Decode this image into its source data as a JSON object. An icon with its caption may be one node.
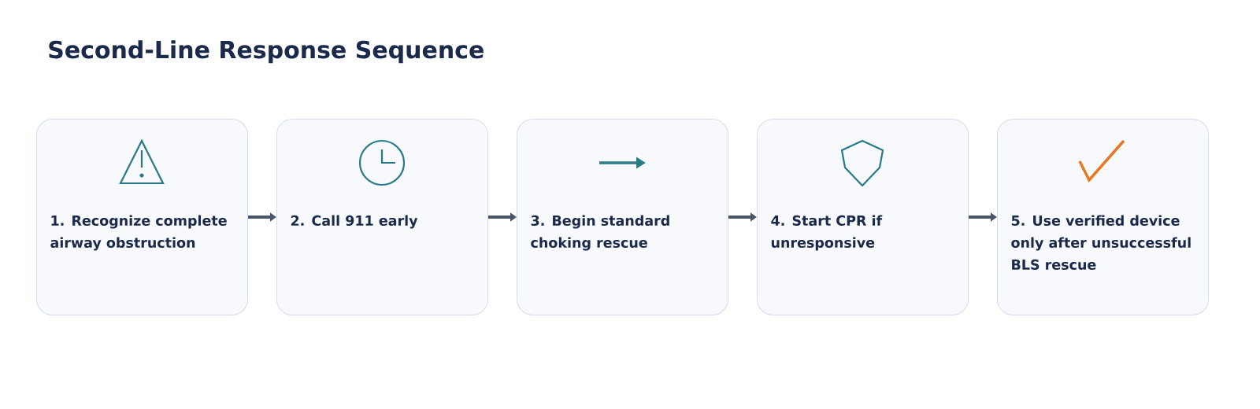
{
  "diagram": {
    "title": "Second-Line Response Sequence",
    "nodes": [
      {
        "text": [
          "1. Recognize complete airway obstruction"
        ]
      },
      {
        "text": [
          "2. Call 911 early"
        ]
      },
      {
        "text": [
          "3. Begin standard choking rescue"
        ]
      },
      {
        "text": [
          "4. Start CPR if unresponsive"
        ]
      },
      {
        "text": [
          "5. Use verified device only after unsuccessful BLS rescue"
        ]
      }
    ],
    "edges": [
      {
        "from": 0,
        "to": 1,
        "arrow": "to"
      },
      {
        "from": 1,
        "to": 2,
        "arrow": "to"
      },
      {
        "from": 2,
        "to": 3,
        "arrow": "to"
      },
      {
        "from": 3,
        "to": 4,
        "arrow": "to"
      }
    ]
  }
}
